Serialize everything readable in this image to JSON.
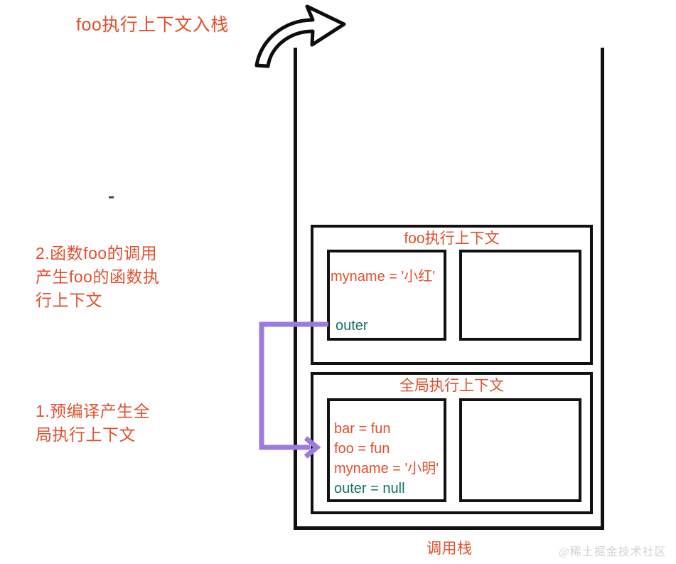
{
  "diagram": {
    "title": "foo执行上下文入栈",
    "stack_caption": "调用栈",
    "watermark": "@稀土掘金技术社区",
    "colors": {
      "accent_orange": "#e0502f",
      "teal": "#157265",
      "purple": "#9b7be0",
      "outline_black": "#111111",
      "watermark_gray": "#d3d3d3"
    },
    "notes": [
      {
        "id": "note-2",
        "text": "2.函数foo的调用\n产生foo的函数执\n行上下文"
      },
      {
        "id": "note-1",
        "text": "1.预编译产生全\n局执行上下文"
      }
    ],
    "contexts": [
      {
        "id": "foo-context",
        "title": "foo执行上下文",
        "variables": [
          {
            "text": "myname = '小红'",
            "color": "orange"
          }
        ],
        "outer_ref": {
          "text": "outer",
          "color": "teal"
        }
      },
      {
        "id": "global-context",
        "title": "全局执行上下文",
        "variables": [
          {
            "text": "bar = fun",
            "color": "orange"
          },
          {
            "text": "foo = fun",
            "color": "orange"
          },
          {
            "text": "myname = '小明'",
            "color": "orange"
          },
          {
            "text": "outer = null",
            "color": "teal"
          }
        ]
      }
    ],
    "icons": {
      "curved_arrow": "curved-arrow-icon",
      "outer_pointer": "purple-pointer-arrow-icon"
    }
  }
}
